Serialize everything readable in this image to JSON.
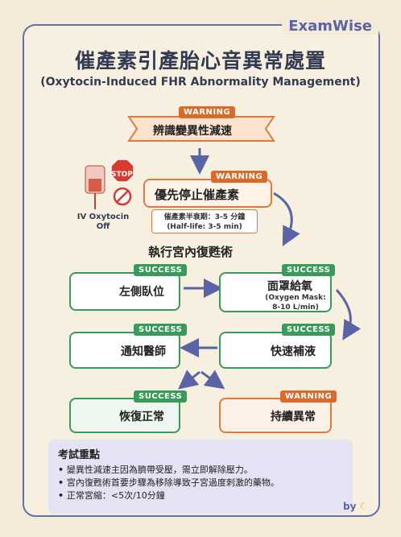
{
  "brand": "ExamWise",
  "title_zh": "催產素引產胎心音異常處置",
  "title_en": "(Oxytocin-Induced FHR Abnormality Management)",
  "step1": {
    "badge": "WARNING",
    "label": "辨識變異性減速"
  },
  "step2": {
    "badge": "WARNING",
    "label": "優先停止催產素",
    "sub1": "催產素半衰期：3-5 分鐘",
    "sub2": "(Half-life: 3-5 min)"
  },
  "iv": {
    "stop": "STOP",
    "label1": "IV Oxytocin",
    "label2": "Off"
  },
  "resus_title": "執行宮內復甦術",
  "left_lateral": {
    "badge": "SUCCESS",
    "label": "左側臥位"
  },
  "oxygen": {
    "badge": "SUCCESS",
    "label": "面罩給氧",
    "sub1": "(Oxygen Mask:",
    "sub2": "8-10 L/min)"
  },
  "notify": {
    "badge": "SUCCESS",
    "label": "通知醫師"
  },
  "fluids": {
    "badge": "SUCCESS",
    "label": "快速補液"
  },
  "recover": {
    "badge": "SUCCESS",
    "label": "恢復正常"
  },
  "persist": {
    "badge": "WARNING",
    "label": "持續異常"
  },
  "exam": {
    "title": "考試重點",
    "points": [
      "變異性減速主因為臍帶受壓，需立即解除壓力。",
      "宮內復甦術首要步驟為移除導致子宮過度刺激的藥物。",
      "正常宮縮：<5次/10分鐘"
    ]
  },
  "byline": "by"
}
